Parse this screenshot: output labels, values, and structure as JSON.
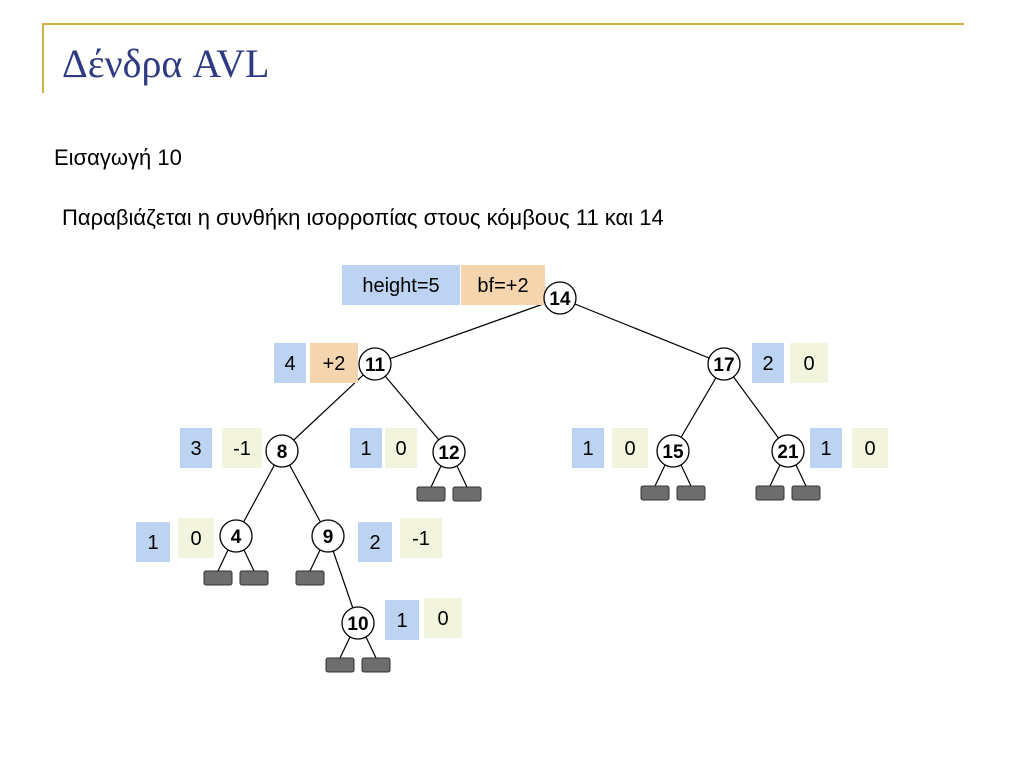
{
  "slide": {
    "title": "Δένδρα AVL",
    "subtitle": "Εισαγωγή 10",
    "note": "Παραβιάζεται η συνθήκη ισορροπίας στους κόμβους 11 και 14"
  },
  "colors": {
    "height_box": "#bcd4f2",
    "bf_box_violation": "#f5d5ad",
    "bf_box": "#f3f4de",
    "leaf": "#6d6d6d",
    "accent": "#d4b04a",
    "title": "#2e3b82"
  },
  "tree": {
    "nodes": [
      {
        "id": "n14",
        "label": "14",
        "height": "height=5",
        "bf": "bf=+2",
        "violation": true
      },
      {
        "id": "n11",
        "label": "11",
        "height": "4",
        "bf": "+2",
        "violation": true
      },
      {
        "id": "n17",
        "label": "17",
        "height": "2",
        "bf": "0",
        "violation": false
      },
      {
        "id": "n8",
        "label": "8",
        "height": "3",
        "bf": "-1",
        "violation": false
      },
      {
        "id": "n12",
        "label": "12",
        "height": "1",
        "bf": "0",
        "violation": false
      },
      {
        "id": "n15",
        "label": "15",
        "height": "1",
        "bf": "0",
        "violation": false
      },
      {
        "id": "n21",
        "label": "21",
        "height": "1",
        "bf": "0",
        "violation": false
      },
      {
        "id": "n4",
        "label": "4",
        "height": "1",
        "bf": "0",
        "violation": false
      },
      {
        "id": "n9",
        "label": "9",
        "height": "2",
        "bf": "-1",
        "violation": false
      },
      {
        "id": "n10",
        "label": "10",
        "height": "1",
        "bf": "0",
        "violation": false
      }
    ],
    "edges": [
      [
        "n14",
        "n11"
      ],
      [
        "n14",
        "n17"
      ],
      [
        "n11",
        "n8"
      ],
      [
        "n11",
        "n12"
      ],
      [
        "n17",
        "n15"
      ],
      [
        "n17",
        "n21"
      ],
      [
        "n8",
        "n4"
      ],
      [
        "n8",
        "n9"
      ],
      [
        "n9",
        "n10"
      ]
    ],
    "null_children": [
      [
        "n12",
        "left"
      ],
      [
        "n12",
        "right"
      ],
      [
        "n15",
        "left"
      ],
      [
        "n15",
        "right"
      ],
      [
        "n21",
        "left"
      ],
      [
        "n21",
        "right"
      ],
      [
        "n4",
        "left"
      ],
      [
        "n4",
        "right"
      ],
      [
        "n9",
        "left"
      ],
      [
        "n10",
        "left"
      ],
      [
        "n10",
        "right"
      ]
    ]
  }
}
